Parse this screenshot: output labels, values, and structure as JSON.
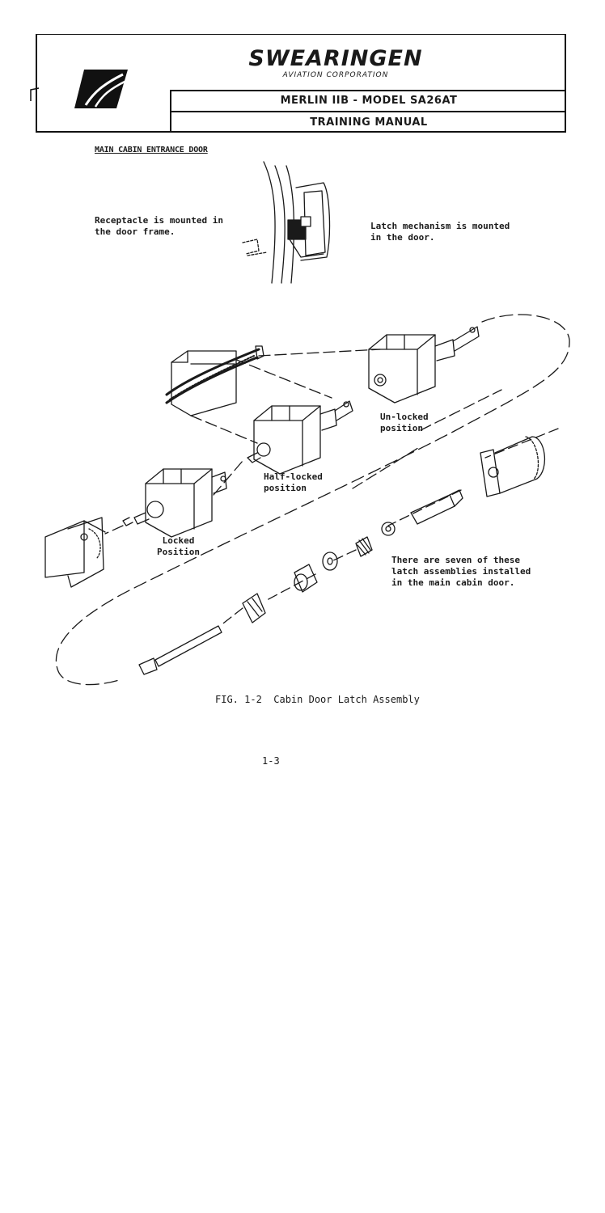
{
  "header": {
    "company": "SWEARINGEN",
    "company_sub": "AVIATION CORPORATION",
    "model": "MERLIN IIB - MODEL SA26AT",
    "manual": "TRAINING MANUAL"
  },
  "section_heading": "MAIN CABIN ENTRANCE DOOR",
  "notes": {
    "receptacle": "Receptacle is mounted in\nthe door frame.",
    "latch": "Latch mechanism is mounted\nin the door.",
    "unlocked": "Un-locked\nposition",
    "halflocked": "Half-locked\nposition",
    "locked": "Locked\nPosition",
    "seven": "There are seven of these\nlatch assemblies installed\nin the main cabin door."
  },
  "figure_caption": "FIG. 1-2  Cabin Door Latch Assembly",
  "page_number": "1-3",
  "icons": {
    "logo": "swearingen-logo-icon"
  },
  "colors": {
    "ink": "#1a1a1a",
    "paper": "#ffffff"
  }
}
